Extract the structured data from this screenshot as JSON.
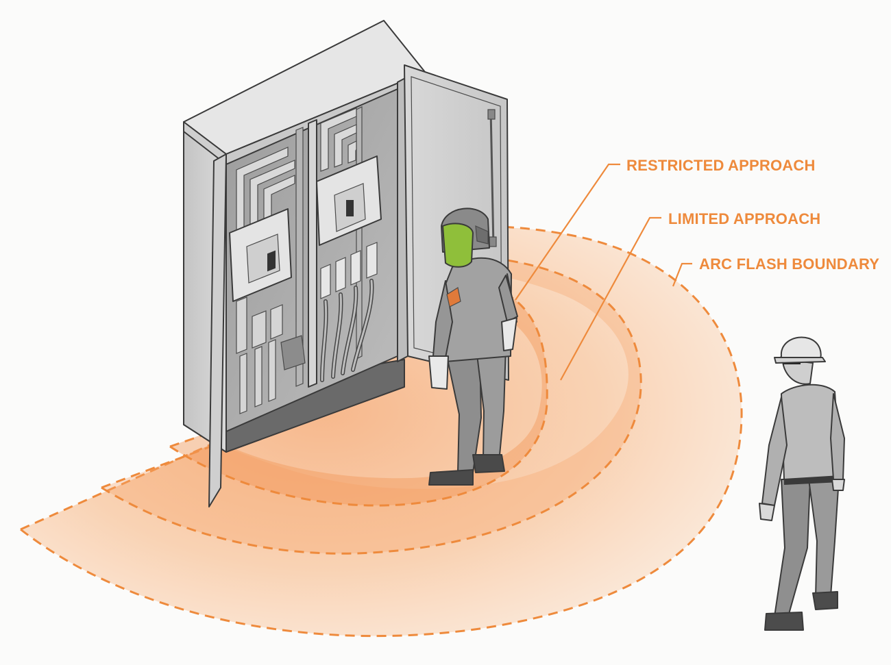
{
  "labels": {
    "restricted": "RESTRICTED APPROACH",
    "limited": "LIMITED APPROACH",
    "arc_flash": "ARC FLASH BOUNDARY"
  },
  "colors": {
    "accent": "#ee8a3c",
    "zone_fill": "#f7b98a",
    "zone_fill_inner": "#f3a874",
    "cabinet_gray": "#cfcfcf",
    "suit_gray": "#9a9a9a",
    "face_shield": "#8fbf3a"
  },
  "icons": {
    "worker_in_ppe": "arc-flash-worker-icon",
    "observer": "observer-worker-icon",
    "panel": "electrical-panel-icon"
  }
}
